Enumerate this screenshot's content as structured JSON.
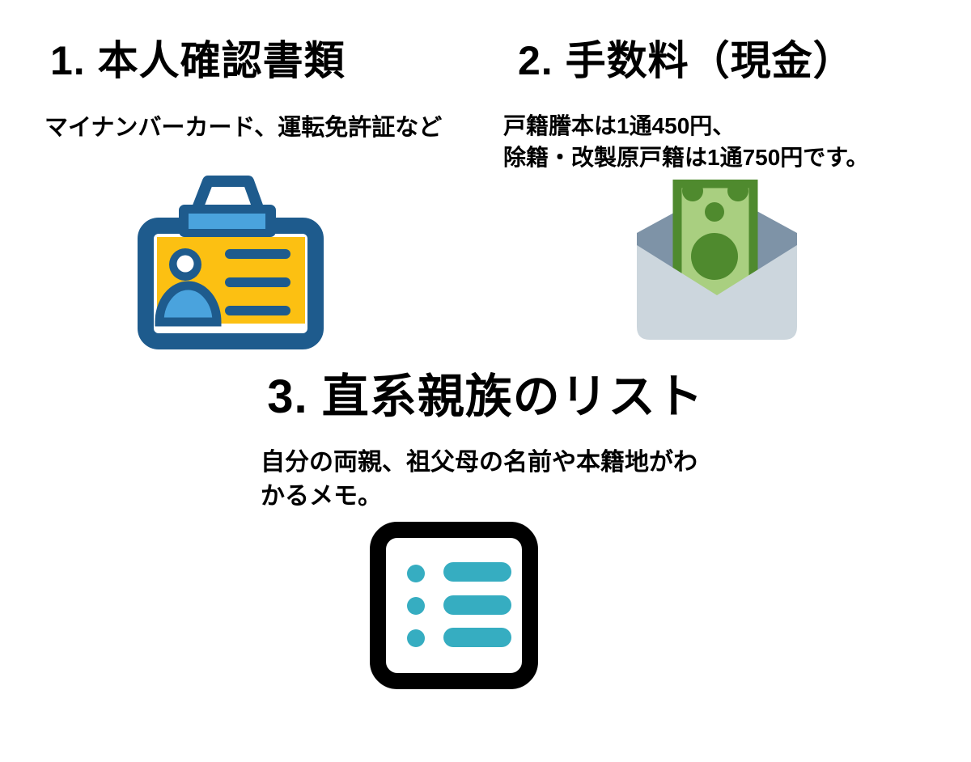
{
  "colors": {
    "navy": "#1e5b8d",
    "light_blue": "#4aa3dd",
    "yellow": "#fcc012",
    "teal": "#36adc1",
    "bill_green_light": "#a9cf80",
    "bill_green_dark": "#4f8a2e",
    "envelope_flap": "#7e93a7",
    "envelope_body": "#ccd6dd",
    "icon_outline_black": "#000000",
    "text": "#000000",
    "background": "#ffffff"
  },
  "sections": [
    {
      "title": "1. 本人確認書類",
      "description_lines": [
        "マイナンバーカード、運転免許証など"
      ],
      "icon": "id-card-icon"
    },
    {
      "title": "2. 手数料（現金）",
      "description_lines": [
        "戸籍謄本は1通450円、",
        "除籍・改製原戸籍は1通750円です。"
      ],
      "icon": "money-envelope-icon"
    },
    {
      "title": "3. 直系親族のリスト",
      "description_lines": [
        "自分の両親、祖父母の名前や本籍地がわ",
        "かるメモ。"
      ],
      "icon": "list-icon"
    }
  ]
}
